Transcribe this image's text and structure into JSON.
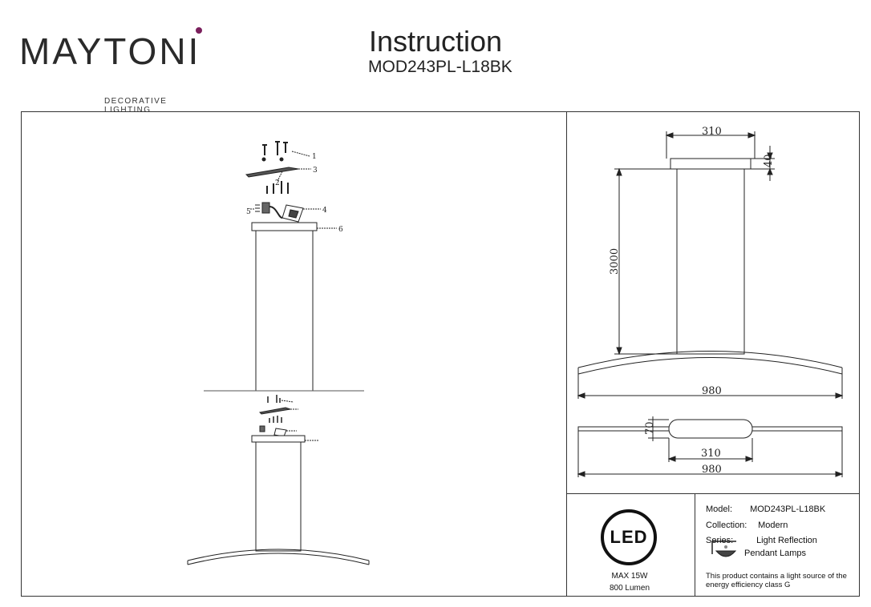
{
  "header": {
    "logo_text": "MAYTONI",
    "logo_tagline": "DECORATIVE LIGHTING",
    "logo_dot_color": "#7a1f5c",
    "title": "Instruction",
    "model_code": "MOD243PL-L18BK"
  },
  "assembly": {
    "part_labels": [
      "1",
      "2",
      "3",
      "4",
      "5",
      "6"
    ]
  },
  "dimensions": {
    "top_canopy_width": "310",
    "canopy_height": "40",
    "suspension_length": "3000",
    "total_width": "980",
    "plan_depth": "70",
    "plan_canopy_width": "310",
    "plan_total_width": "980"
  },
  "badge": {
    "led_label": "LED",
    "max_power": "MAX 15W",
    "lumen": "800 Lumen"
  },
  "specs": {
    "model_label": "Model:",
    "model_value": "MOD243PL-L18BK",
    "collection_label": "Collection:",
    "collection_value": "Modern",
    "series_label": "Series:",
    "series_value": "Light Reflection",
    "type_value": "Pendant Lamps",
    "energy_note": "This product contains a light source of the energy efficiency class G"
  }
}
